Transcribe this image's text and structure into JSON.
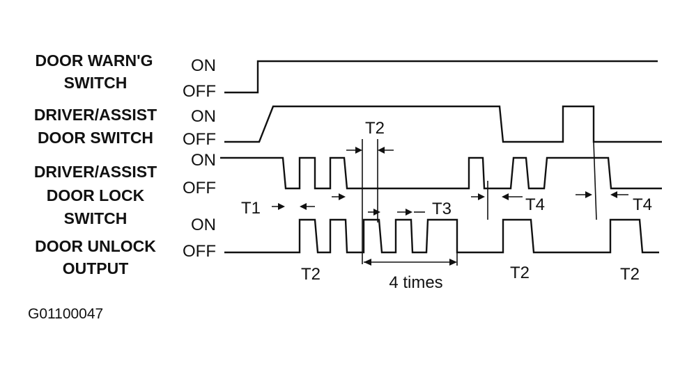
{
  "signals": [
    {
      "lines": [
        "DOOR WARN'G",
        "SWITCH"
      ],
      "on": "ON",
      "off": "OFF"
    },
    {
      "lines": [
        "DRIVER/ASSIST",
        "DOOR SWITCH"
      ],
      "on": "ON",
      "off": "OFF"
    },
    {
      "lines": [
        "DRIVER/ASSIST",
        "DOOR LOCK",
        "SWITCH"
      ],
      "on": "ON",
      "off": "OFF"
    },
    {
      "lines": [
        "DOOR UNLOCK",
        "OUTPUT"
      ],
      "on": "ON",
      "off": "OFF"
    }
  ],
  "timing_labels": {
    "t1": "T1",
    "t2_top": "T2",
    "t3": "T3",
    "t4_a": "T4",
    "t4_b": "T4",
    "t2_a": "T2",
    "t2_b": "T2",
    "t2_c": "T2",
    "four_times": "4 times"
  },
  "figure_id": "G01100047"
}
